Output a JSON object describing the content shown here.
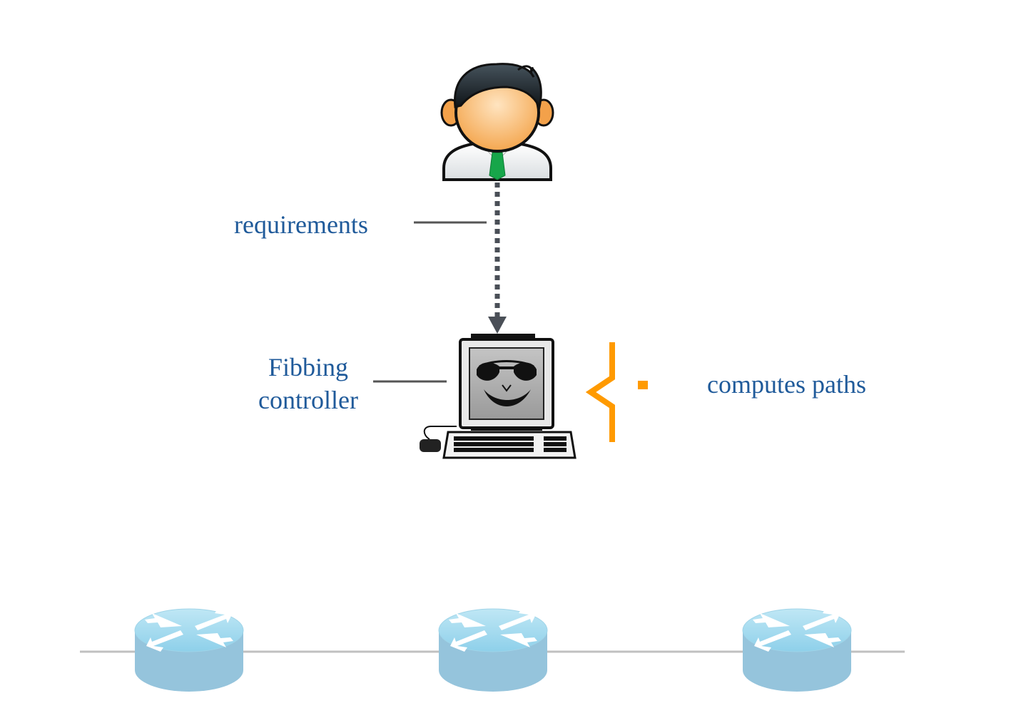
{
  "labels": {
    "requirements": "requirements",
    "controller_line1": "Fibbing",
    "controller_line2": "controller",
    "computes": "computes paths"
  },
  "icons": {
    "operator": "user-icon",
    "controller": "computer-icon",
    "router": "router-icon",
    "brace": "left-brace-icon"
  },
  "colors": {
    "label_text": "#1f5a9a",
    "brace": "#ff9a00",
    "link": "#c0c0c0",
    "arrow": "#4a4f57",
    "router_top": "#a9dcee",
    "router_side": "#8fc1d8"
  }
}
